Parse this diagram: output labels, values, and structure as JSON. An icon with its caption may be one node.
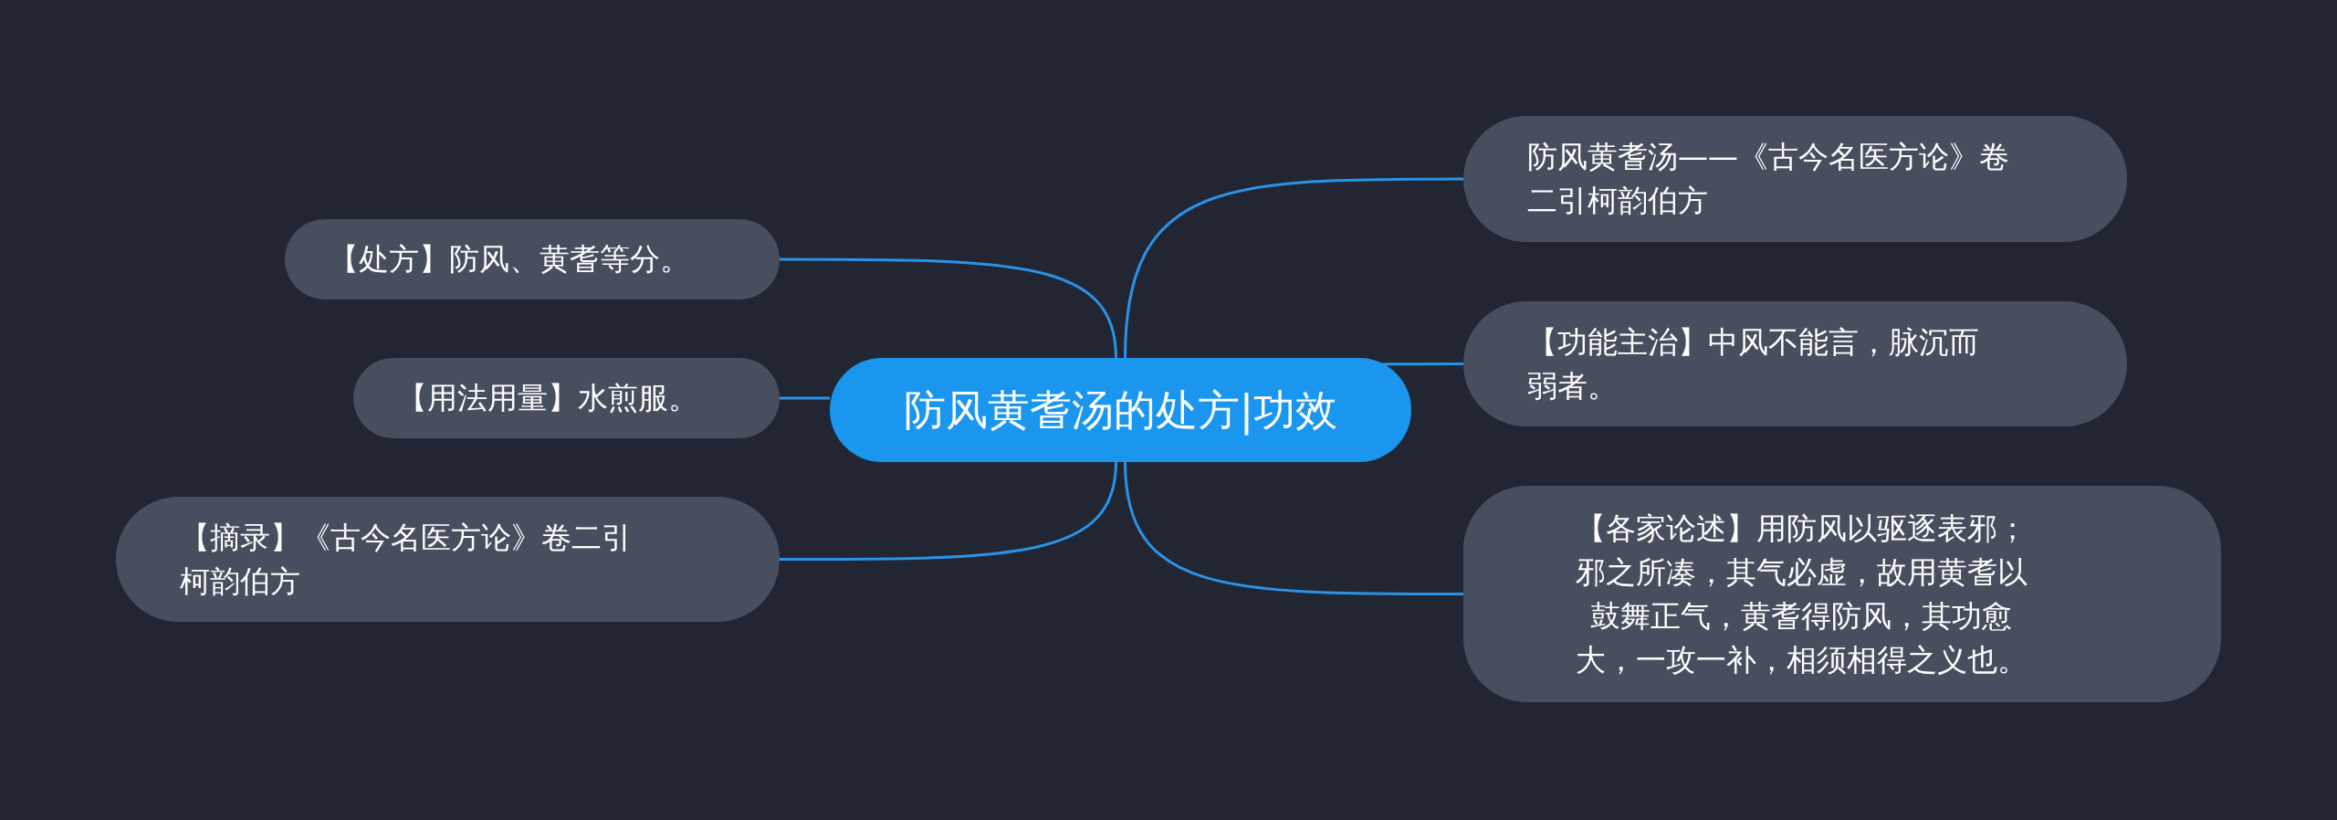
{
  "diagram": {
    "nodes": [
      {
        "text": [
          "防风黄耆汤的处方|功效"
        ]
      },
      {
        "text": [
          "【处方】防风、黄耆等分。"
        ]
      },
      {
        "text": [
          "【用法用量】水煎服。"
        ]
      },
      {
        "text": [
          "【摘录】《古今名医方论》卷二引柯韵伯方"
        ]
      },
      {
        "text": [
          "防风黄耆汤——《古今名医方论》卷二引柯韵伯方"
        ]
      },
      {
        "text": [
          "【功能主治】中风不能言，脉沉而弱者。"
        ]
      },
      {
        "text": [
          "【各家论述】用防风以驱逐表邪；邪之所凑，其气必虚，故用黄耆以鼓舞正气，黄耆得防风，其功愈大，一攻一补，相须相得之义也。"
        ]
      }
    ],
    "edges": [
      {
        "from": 0,
        "to": 1,
        "arrow": "none"
      },
      {
        "from": 0,
        "to": 2,
        "arrow": "none"
      },
      {
        "from": 0,
        "to": 3,
        "arrow": "none"
      },
      {
        "from": 0,
        "to": 4,
        "arrow": "none"
      },
      {
        "from": 0,
        "to": 5,
        "arrow": "none"
      },
      {
        "from": 0,
        "to": 6,
        "arrow": "none"
      }
    ]
  }
}
